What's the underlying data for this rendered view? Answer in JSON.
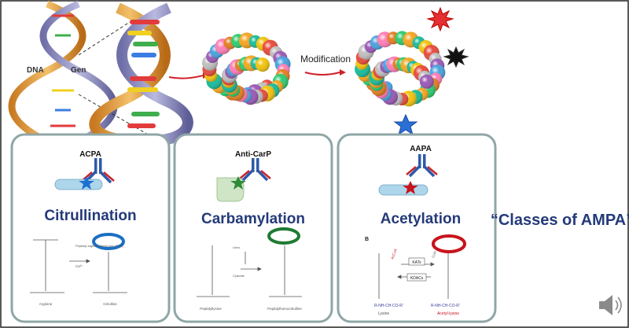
{
  "top": {
    "dna_label": "DNA",
    "gen_label": "Gen",
    "modification_label": "Modification"
  },
  "panels": [
    {
      "antibody": "ACPA",
      "process": "Citrullination",
      "ring_color": "#1a6fc4",
      "star_color": "#1f6fd1",
      "chem_left": "Arginine",
      "chem_right": "Citrulline",
      "enzyme": "Peptidyl arginine deiminase (PAD)",
      "cofactor": "Ca²⁺"
    },
    {
      "antibody": "Anti-CarP",
      "process": "Carbamylation",
      "ring_color": "#1f7a33",
      "star_color": "#2e8b3a",
      "chem_left": "Peptidyllysine",
      "chem_right": "Peptidylhomocitrulline",
      "enzyme": "Urea",
      "cofactor": "Cyanate"
    },
    {
      "antibody": "AAPA",
      "process": "Acetylation",
      "ring_color": "#c8141c",
      "star_color": "#c8141c",
      "panel_letter": "B",
      "chem_left": "Lysine",
      "chem_right": "Acetyl-lysine",
      "enzyme": "KATs",
      "enzyme2": "KDACs",
      "left_formula": "R-NH-CH-CO-R'",
      "right_formula": "R-NH-CH-CO-R'",
      "acoa": "AcCoA",
      "coa": "CoA"
    }
  ],
  "caption": "“Classes of AMPA”",
  "icons": {
    "speaker": "speaker-icon"
  },
  "colors": {
    "panel_border": "#8fa6a6",
    "outer_border": "#222222",
    "title_blue": "#243a7a",
    "arrow_red": "#d0202a"
  }
}
